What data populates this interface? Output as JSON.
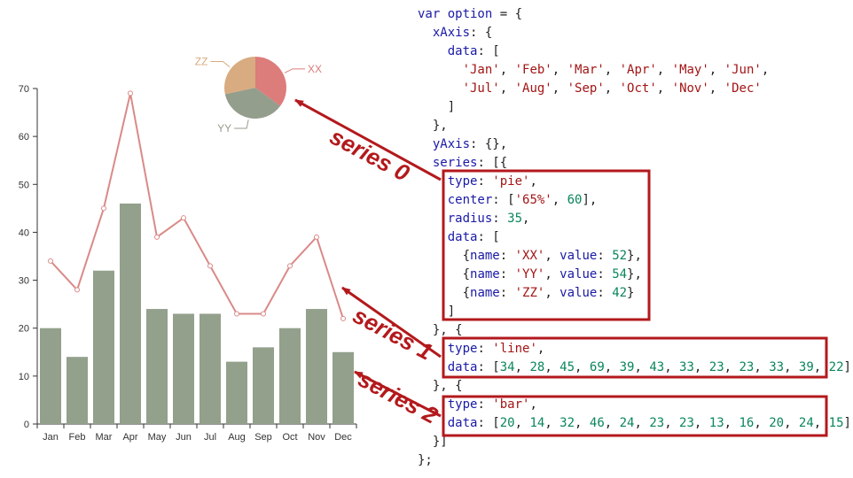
{
  "chart_data": {
    "type": "bar",
    "categories": [
      "Jan",
      "Feb",
      "Mar",
      "Apr",
      "May",
      "Jun",
      "Jul",
      "Aug",
      "Sep",
      "Oct",
      "Nov",
      "Dec"
    ],
    "y_ticks": [
      "0",
      "10",
      "20",
      "30",
      "40",
      "50",
      "60",
      "70"
    ],
    "ylim": [
      0,
      70
    ],
    "grid": false,
    "series": [
      {
        "type": "bar",
        "values": [
          20,
          14,
          32,
          46,
          24,
          23,
          23,
          13,
          16,
          20,
          24,
          15
        ]
      },
      {
        "type": "line",
        "values": [
          34,
          28,
          45,
          69,
          39,
          43,
          33,
          23,
          23,
          33,
          39,
          22
        ]
      }
    ],
    "pie": {
      "slices": [
        {
          "name": "XX",
          "value": 52
        },
        {
          "name": "YY",
          "value": 54
        },
        {
          "name": "ZZ",
          "value": 42
        }
      ]
    }
  },
  "colors": {
    "bar": "#93a08c",
    "line": "#d98a88",
    "pie_xx": "#dc7c7b",
    "pie_yy": "#949e8d",
    "pie_zz": "#d9ab80",
    "annotation": "#b3191c",
    "code_key": "#1a1aa6",
    "code_string": "#a31515",
    "code_number": "#098658",
    "code_plain": "#1f1f1f"
  },
  "annotations": {
    "series0": "series 0",
    "series1": "series 1",
    "series2": "series 2"
  },
  "code_lines": [
    [
      [
        "k",
        "var "
      ],
      [
        "k",
        "option"
      ],
      [
        "p",
        " = {"
      ]
    ],
    [
      [
        "k",
        "  xAxis"
      ],
      [
        "p",
        ": {"
      ]
    ],
    [
      [
        "k",
        "    data"
      ],
      [
        "p",
        ": ["
      ]
    ],
    [
      [
        "p",
        "      "
      ],
      [
        "s",
        "'Jan'"
      ],
      [
        "p",
        ", "
      ],
      [
        "s",
        "'Feb'"
      ],
      [
        "p",
        ", "
      ],
      [
        "s",
        "'Mar'"
      ],
      [
        "p",
        ", "
      ],
      [
        "s",
        "'Apr'"
      ],
      [
        "p",
        ", "
      ],
      [
        "s",
        "'May'"
      ],
      [
        "p",
        ", "
      ],
      [
        "s",
        "'Jun'"
      ],
      [
        "p",
        ","
      ]
    ],
    [
      [
        "p",
        "      "
      ],
      [
        "s",
        "'Jul'"
      ],
      [
        "p",
        ", "
      ],
      [
        "s",
        "'Aug'"
      ],
      [
        "p",
        ", "
      ],
      [
        "s",
        "'Sep'"
      ],
      [
        "p",
        ", "
      ],
      [
        "s",
        "'Oct'"
      ],
      [
        "p",
        ", "
      ],
      [
        "s",
        "'Nov'"
      ],
      [
        "p",
        ", "
      ],
      [
        "s",
        "'Dec'"
      ]
    ],
    [
      [
        "p",
        "    ]"
      ]
    ],
    [
      [
        "p",
        "  },"
      ]
    ],
    [
      [
        "k",
        "  yAxis"
      ],
      [
        "p",
        ": {},"
      ]
    ],
    [
      [
        "k",
        "  series"
      ],
      [
        "p",
        ": [{"
      ]
    ],
    [
      [
        "k",
        "    type"
      ],
      [
        "p",
        ": "
      ],
      [
        "s",
        "'pie'"
      ],
      [
        "p",
        ","
      ]
    ],
    [
      [
        "k",
        "    center"
      ],
      [
        "p",
        ": ["
      ],
      [
        "s",
        "'65%'"
      ],
      [
        "p",
        ", "
      ],
      [
        "n",
        "60"
      ],
      [
        "p",
        "],"
      ]
    ],
    [
      [
        "k",
        "    radius"
      ],
      [
        "p",
        ": "
      ],
      [
        "n",
        "35"
      ],
      [
        "p",
        ","
      ]
    ],
    [
      [
        "k",
        "    data"
      ],
      [
        "p",
        ": ["
      ]
    ],
    [
      [
        "p",
        "      {"
      ],
      [
        "k",
        "name"
      ],
      [
        "p",
        ": "
      ],
      [
        "s",
        "'XX'"
      ],
      [
        "p",
        ", "
      ],
      [
        "k",
        "value"
      ],
      [
        "p",
        ": "
      ],
      [
        "n",
        "52"
      ],
      [
        "p",
        "},"
      ]
    ],
    [
      [
        "p",
        "      {"
      ],
      [
        "k",
        "name"
      ],
      [
        "p",
        ": "
      ],
      [
        "s",
        "'YY'"
      ],
      [
        "p",
        ", "
      ],
      [
        "k",
        "value"
      ],
      [
        "p",
        ": "
      ],
      [
        "n",
        "54"
      ],
      [
        "p",
        "},"
      ]
    ],
    [
      [
        "p",
        "      {"
      ],
      [
        "k",
        "name"
      ],
      [
        "p",
        ": "
      ],
      [
        "s",
        "'ZZ'"
      ],
      [
        "p",
        ", "
      ],
      [
        "k",
        "value"
      ],
      [
        "p",
        ": "
      ],
      [
        "n",
        "42"
      ],
      [
        "p",
        "}"
      ]
    ],
    [
      [
        "p",
        "    ]"
      ]
    ],
    [
      [
        "p",
        "  }, {"
      ]
    ],
    [
      [
        "k",
        "    type"
      ],
      [
        "p",
        ": "
      ],
      [
        "s",
        "'line'"
      ],
      [
        "p",
        ","
      ]
    ],
    [
      [
        "k",
        "    data"
      ],
      [
        "p",
        ": ["
      ],
      [
        "n",
        "34"
      ],
      [
        "p",
        ", "
      ],
      [
        "n",
        "28"
      ],
      [
        "p",
        ", "
      ],
      [
        "n",
        "45"
      ],
      [
        "p",
        ", "
      ],
      [
        "n",
        "69"
      ],
      [
        "p",
        ", "
      ],
      [
        "n",
        "39"
      ],
      [
        "p",
        ", "
      ],
      [
        "n",
        "43"
      ],
      [
        "p",
        ", "
      ],
      [
        "n",
        "33"
      ],
      [
        "p",
        ", "
      ],
      [
        "n",
        "23"
      ],
      [
        "p",
        ", "
      ],
      [
        "n",
        "23"
      ],
      [
        "p",
        ", "
      ],
      [
        "n",
        "33"
      ],
      [
        "p",
        ", "
      ],
      [
        "n",
        "39"
      ],
      [
        "p",
        ", "
      ],
      [
        "n",
        "22"
      ],
      [
        "p",
        "]"
      ]
    ],
    [
      [
        "p",
        "  }, {"
      ]
    ],
    [
      [
        "k",
        "    type"
      ],
      [
        "p",
        ": "
      ],
      [
        "s",
        "'bar'"
      ],
      [
        "p",
        ","
      ]
    ],
    [
      [
        "k",
        "    data"
      ],
      [
        "p",
        ": ["
      ],
      [
        "n",
        "20"
      ],
      [
        "p",
        ", "
      ],
      [
        "n",
        "14"
      ],
      [
        "p",
        ", "
      ],
      [
        "n",
        "32"
      ],
      [
        "p",
        ", "
      ],
      [
        "n",
        "46"
      ],
      [
        "p",
        ", "
      ],
      [
        "n",
        "24"
      ],
      [
        "p",
        ", "
      ],
      [
        "n",
        "23"
      ],
      [
        "p",
        ", "
      ],
      [
        "n",
        "23"
      ],
      [
        "p",
        ", "
      ],
      [
        "n",
        "13"
      ],
      [
        "p",
        ", "
      ],
      [
        "n",
        "16"
      ],
      [
        "p",
        ", "
      ],
      [
        "n",
        "20"
      ],
      [
        "p",
        ", "
      ],
      [
        "n",
        "24"
      ],
      [
        "p",
        ", "
      ],
      [
        "n",
        "15"
      ],
      [
        "p",
        "]"
      ]
    ],
    [
      [
        "p",
        "  }]"
      ]
    ],
    [
      [
        "p",
        "};"
      ]
    ]
  ]
}
